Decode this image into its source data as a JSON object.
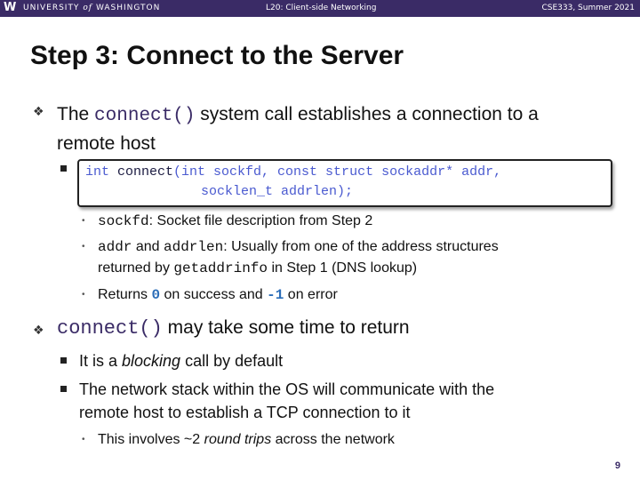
{
  "header": {
    "logo": "W",
    "university_pre": "UNIVERSITY",
    "university_of": "of",
    "university_post": "WASHINGTON",
    "lecture": "L20:  Client-side Networking",
    "course": "CSE333, Summer 2021"
  },
  "title": "Step 3: Connect to the Server",
  "bullet1": {
    "pre": "The ",
    "code": "connect()",
    "post": " system call establishes a connection to a",
    "line2": "remote host"
  },
  "codebox": {
    "line1_kw1": "int",
    "line1_fn": " connect",
    "line1_rest": "(int sockfd, const struct sockaddr* addr,",
    "line2": "socklen_t addrlen);"
  },
  "subbullets": {
    "s1_code": "sockfd",
    "s1_text": ":  Socket file description from Step 2",
    "s2_code1": "addr",
    "s2_mid": " and ",
    "s2_code2": "addrlen",
    "s2_text": ":  Usually from one of the address structures",
    "s2_line2_pre": "returned by ",
    "s2_line2_code": "getaddrinfo",
    "s2_line2_post": " in Step 1 (DNS lookup)",
    "s3_pre": "Returns ",
    "s3_zero": "0",
    "s3_mid": " on success and ",
    "s3_neg": "-1",
    "s3_post": " on error"
  },
  "bullet2": {
    "code": "connect()",
    "text": " may take some time to return"
  },
  "level2": {
    "item1_pre": "It is a ",
    "item1_em": "blocking",
    "item1_post": " call by default",
    "item2_line1": "The network stack within the OS will communicate with the",
    "item2_line2": "remote host to establish a TCP connection to it",
    "item3_pre": "This involves ~2 ",
    "item3_em": "round trips",
    "item3_post": " across the network"
  },
  "page_number": "9"
}
